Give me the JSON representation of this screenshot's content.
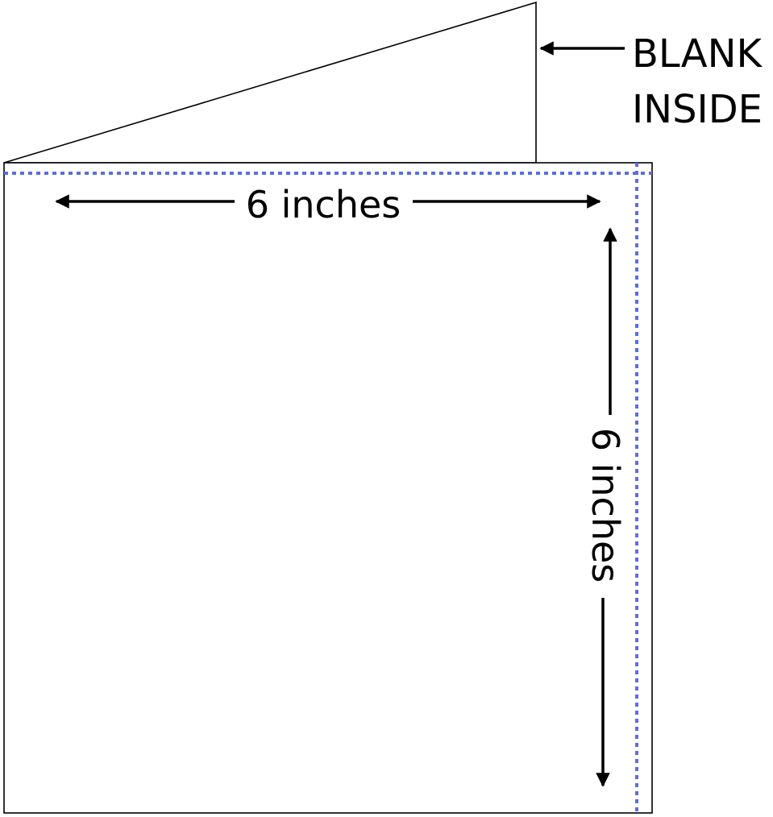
{
  "labels": {
    "blank_line1": "BLANK",
    "blank_line2": "INSIDE",
    "width": "6 inches",
    "height": "6 inches"
  },
  "colors": {
    "outline": "#000000",
    "dotted_guide": "#5b6fd6",
    "arrow": "#000000",
    "background": "#ffffff"
  }
}
